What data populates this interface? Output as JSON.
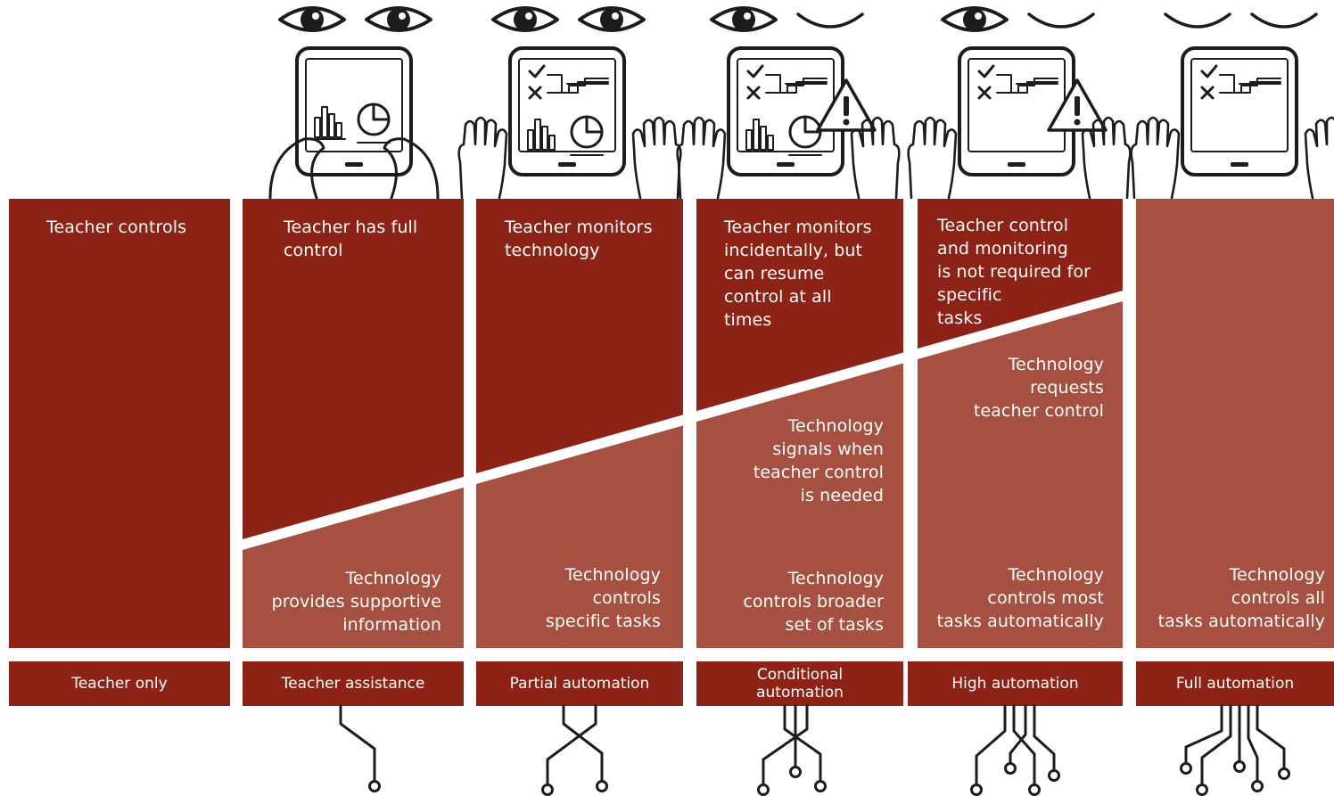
{
  "colors": {
    "dark": "#8d2216",
    "light": "#a55040",
    "line": "#1c1c1c",
    "background": "#ffffff"
  },
  "icons": [
    "eye-open-icon",
    "eye-closed-icon",
    "tablet-icon",
    "hand-icon",
    "warning-icon",
    "checkmark-icon",
    "cross-icon",
    "bar-chart-icon",
    "pie-chart-icon",
    "circuit-leg-icon"
  ],
  "levels": [
    {
      "name": "Teacher only",
      "teacher_text": "Teacher controls",
      "technology_text": "",
      "technology_share": 0,
      "eyes": [
        "open",
        "open"
      ],
      "hands_on_tablet": false,
      "warning": false
    },
    {
      "name": "Teacher assistance",
      "teacher_text": "Teacher has full\ncontrol",
      "technology_text": "Technology\nprovides supportive\ninformation",
      "technology_share": 0.2,
      "eyes": [
        "open",
        "open"
      ],
      "hands_on_tablet": true,
      "warning": false
    },
    {
      "name": "Partial automation",
      "teacher_text": "Teacher monitors\ntechnology",
      "technology_text": "Technology\ncontrols\nspecific tasks",
      "technology_share": 0.38,
      "eyes": [
        "open",
        "open"
      ],
      "hands_on_tablet": false,
      "warning": false
    },
    {
      "name": "Conditional\nautomation",
      "teacher_text": "Teacher monitors\nincidentally, but\ncan resume\ncontrol at all\ntimes",
      "technology_text": "Technology\ncontrols broader\nset of tasks",
      "technology_note": "Technology\nsignals when\nteacher control\nis needed",
      "technology_share": 0.55,
      "eyes": [
        "open",
        "closed"
      ],
      "hands_on_tablet": false,
      "warning": true
    },
    {
      "name": "High automation",
      "teacher_text": "Teacher control\nand monitoring\nis not required for\nspecific\ntasks",
      "technology_text": "Technology\ncontrols most\ntasks automatically",
      "technology_note": "Technology\nrequests\nteacher control",
      "technology_share": 0.77,
      "eyes": [
        "open",
        "closed"
      ],
      "hands_on_tablet": false,
      "warning": true
    },
    {
      "name": "Full automation",
      "teacher_text": "",
      "technology_text": "Technology\ncontrols all\ntasks automatically",
      "technology_share": 1,
      "eyes": [
        "closed",
        "closed"
      ],
      "hands_on_tablet": false,
      "warning": false
    }
  ]
}
